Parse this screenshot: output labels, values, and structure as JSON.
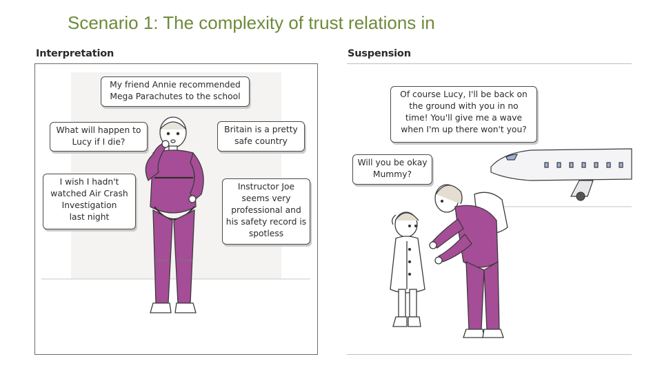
{
  "slide": {
    "title": "Scenario 1: The complexity of trust relations in"
  },
  "panels": {
    "left": {
      "label": "Interpretation",
      "bubbles": {
        "annie": "My friend Annie recommended\nMega Parachutes to the school",
        "lucy": "What will happen to\nLucy if I die?",
        "britain": "Britain is a pretty\nsafe country",
        "aircrash": "I wish I hadn't\nwatched Air Crash\nInvestigation\nlast night",
        "joe": "Instructor Joe\nseems very\nprofessional and\nhis safety record is\nspotless"
      }
    },
    "right": {
      "label": "Suspension",
      "bubbles": {
        "mother": "Of course Lucy, I'll be back on\nthe ground with you in no\ntime! You'll give me a wave\nwhen I'm up there won't you?",
        "child": "Will you be okay\nMummy?"
      }
    }
  },
  "colors": {
    "title": "#6d8a3a",
    "jumpsuit": "#a64d97",
    "outline": "#3a3a3a"
  }
}
